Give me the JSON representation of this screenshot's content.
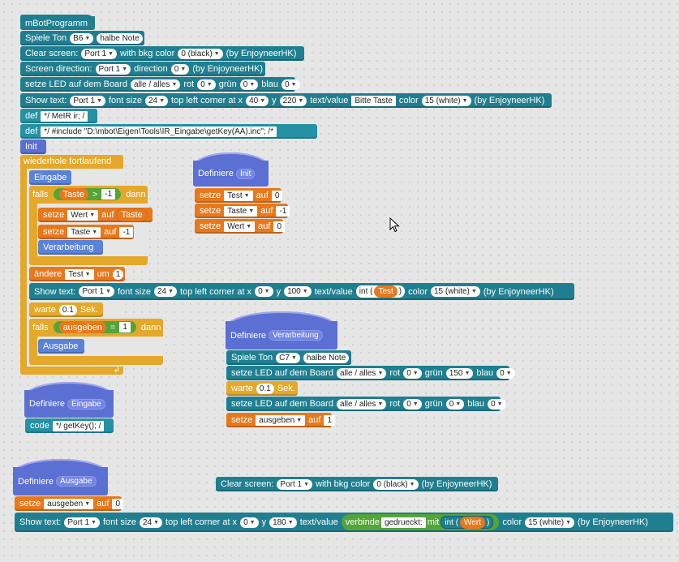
{
  "program": {
    "title": "mBotProgramm"
  },
  "header_blocks": {
    "play_tone": {
      "label": "Spiele Ton",
      "note": "B6",
      "beat": "halbe Note"
    },
    "clear_screen": {
      "label": "Clear screen:",
      "port": "Port 1",
      "with": "with  bkg color",
      "color": "0 (black)",
      "suffix": "(by EnjoyneerHK)"
    },
    "screen_dir": {
      "label": "Screen direction:",
      "port": "Port 1",
      "dir_label": "direction",
      "dir": "0",
      "suffix": "(by EnjoyneerHK)"
    },
    "set_led": {
      "label": "setze LED auf dem Board",
      "which": "alle / alles",
      "rot": "rot",
      "rot_v": "0",
      "gruen": "grün",
      "gruen_v": "0",
      "blau": "blau",
      "blau_v": "0"
    },
    "show_text": {
      "label": "Show text:",
      "port": "Port 1",
      "fs_label": "font size",
      "fs": "24",
      "corner": "top left corner at x",
      "x": "40",
      "y_label": "y",
      "y": "220",
      "tv": "text/value",
      "text": "Bitte Taste",
      "color_label": "color",
      "color": "15 (white)",
      "suffix": "(by EnjoyneerHK)"
    },
    "def1": {
      "label": "def",
      "code": "*/ MeIR ir; /"
    },
    "def2": {
      "label": "def",
      "code": "*/ #include \"D:\\mbot\\Eigen\\Tools\\IR_Eingabe\\getKey(AA).inc\"; /*"
    },
    "init": {
      "label": "Init"
    }
  },
  "main_loop": {
    "forever": "wiederhole fortlaufend",
    "eingabe": "Eingabe",
    "if1": {
      "falls": "falls",
      "var": "Taste",
      "op": ">",
      "val": "-1",
      "dann": "dann"
    },
    "set_wert": {
      "setze": "setze",
      "var": "Wert",
      "auf": "auf",
      "val": "Taste"
    },
    "set_taste": {
      "setze": "setze",
      "var": "Taste",
      "auf": "auf",
      "val": "-1"
    },
    "verarbeitung": "Verarbeitung",
    "change": {
      "label": "ändere",
      "var": "Test",
      "um": "um",
      "val": "1"
    },
    "show_text": {
      "label": "Show text:",
      "port": "Port 1",
      "fs_label": "font size",
      "fs": "24",
      "corner": "top left corner at x",
      "x": "0",
      "y_label": "y",
      "y": "100",
      "tv": "text/value",
      "fn": "int (",
      "var": "Test",
      "close": ")",
      "color_label": "color",
      "color": "15 (white)",
      "suffix": "(by EnjoyneerHK)"
    },
    "wait": {
      "label": "warte",
      "val": "0.1",
      "unit": "Sek."
    },
    "if2": {
      "falls": "falls",
      "var": "ausgeben",
      "op": "=",
      "val": "1",
      "dann": "dann"
    },
    "ausgabe": "Ausgabe"
  },
  "def_init": {
    "label": "Definiere",
    "name": "Init",
    "rows": [
      {
        "setze": "setze",
        "var": "Test",
        "auf": "auf",
        "val": "0"
      },
      {
        "setze": "setze",
        "var": "Taste",
        "auf": "auf",
        "val": "-1"
      },
      {
        "setze": "setze",
        "var": "Wert",
        "auf": "auf",
        "val": "0"
      }
    ]
  },
  "def_verarbeitung": {
    "label": "Definiere",
    "name": "Verarbeitung",
    "tone": {
      "label": "Spiele Ton",
      "note": "C7",
      "beat": "halbe Note"
    },
    "led1": {
      "label": "setze LED auf dem Board",
      "which": "alle / alles",
      "rot": "rot",
      "rot_v": "0",
      "gruen": "grün",
      "gruen_v": "150",
      "blau": "blau",
      "blau_v": "0"
    },
    "wait": {
      "label": "warte",
      "val": "0.1",
      "unit": "Sek."
    },
    "led2": {
      "label": "setze LED auf dem Board",
      "which": "alle / alles",
      "rot": "rot",
      "rot_v": "0",
      "gruen": "grün",
      "gruen_v": "0",
      "blau": "blau",
      "blau_v": "0"
    },
    "set": {
      "setze": "setze",
      "var": "ausgeben",
      "auf": "auf",
      "val": "1"
    }
  },
  "def_eingabe": {
    "label": "Definiere",
    "name": "Eingabe",
    "code_label": "code",
    "code": "*/ getKey(); /"
  },
  "clear_screen2": {
    "label": "Clear screen:",
    "port": "Port 1",
    "with": "with  bkg color",
    "color": "0 (black)",
    "suffix": "(by EnjoyneerHK)"
  },
  "def_ausgabe": {
    "label": "Definiere",
    "name": "Ausgabe",
    "set": {
      "setze": "setze",
      "var": "ausgeben",
      "auf": "auf",
      "val": "0"
    },
    "show_text": {
      "label": "Show text:",
      "port": "Port 1",
      "fs_label": "font size",
      "fs": "24",
      "corner": "top left corner at x",
      "x": "0",
      "y_label": "y",
      "y": "180",
      "tv": "text/value",
      "join": "verbinde",
      "join_text": "gedrueckt:",
      "mit": "mit",
      "fn": "int (",
      "var": "Wert",
      "close": ")",
      "color_label": "color",
      "color": "15 (white)",
      "suffix": "(by EnjoyneerHK)"
    }
  },
  "colors": {
    "looks": "#1f7f90",
    "events": "#5a82d6",
    "data": "#e8781c",
    "control": "#e4a82a",
    "operators": "#53a43a",
    "more_blocks": "#5c6fd2"
  }
}
